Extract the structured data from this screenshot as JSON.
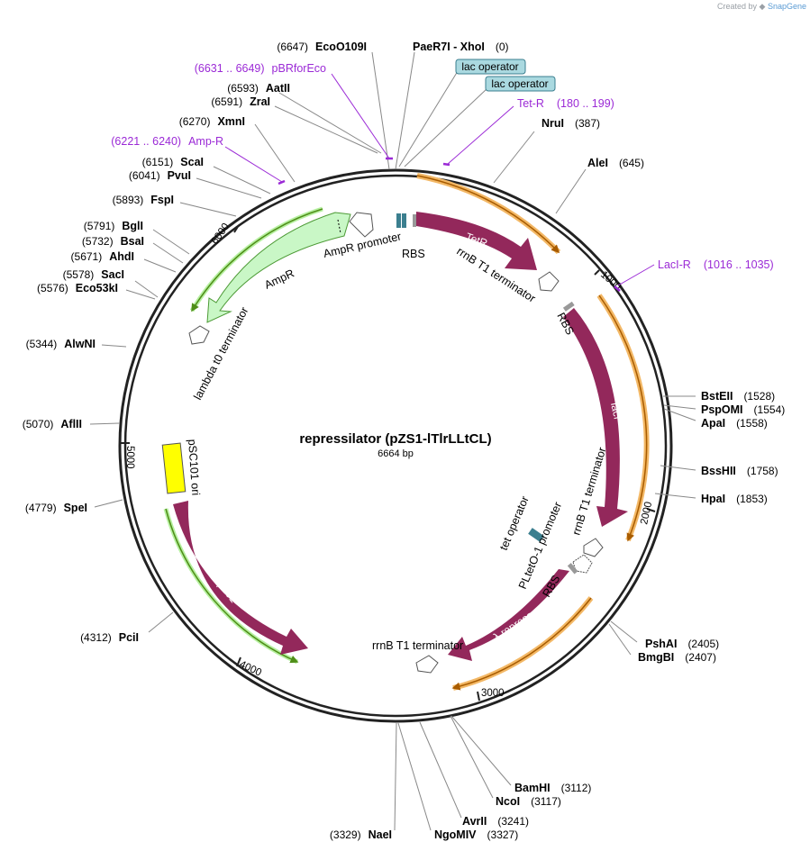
{
  "credit": {
    "prefix": "Created by",
    "brand": "SnapGene"
  },
  "plasmid": {
    "name": "repressilator (pZS1-lTlrLLtCL)",
    "length_label": "6664 bp",
    "length": 6664
  },
  "colors": {
    "arrow": "#93285b",
    "ampr": "#c9f7c6",
    "ampr_stroke": "#4c9a35",
    "ori": "#ffff00",
    "orange_track": "#f3b866",
    "orange_line": "#a85c00",
    "green_track": "#b6f0a0",
    "green_line": "#4f8e18",
    "primer": "#9b2ad6",
    "operator": "#3b7f8f",
    "operator_label_bg": "#aad9e0"
  },
  "ticks": [
    "1000",
    "2000",
    "3000",
    "4000",
    "5000",
    "6000"
  ],
  "sites": [
    {
      "name": "PaeR7I  - XhoI",
      "pos": "(0)"
    },
    {
      "name": "EcoO109I",
      "pos": "(6647)"
    },
    {
      "name": "AatII",
      "pos": "(6593)"
    },
    {
      "name": "ZraI",
      "pos": "(6591)"
    },
    {
      "name": "XmnI",
      "pos": "(6270)"
    },
    {
      "name": "ScaI",
      "pos": "(6151)"
    },
    {
      "name": "PvuI",
      "pos": "(6041)"
    },
    {
      "name": "FspI",
      "pos": "(5893)"
    },
    {
      "name": "BglI",
      "pos": "(5791)"
    },
    {
      "name": "BsaI",
      "pos": "(5732)"
    },
    {
      "name": "AhdI",
      "pos": "(5671)"
    },
    {
      "name": "SacI",
      "pos": "(5578)"
    },
    {
      "name": "Eco53kI",
      "pos": "(5576)"
    },
    {
      "name": "AlwNI",
      "pos": "(5344)"
    },
    {
      "name": "AflII",
      "pos": "(5070)"
    },
    {
      "name": "SpeI",
      "pos": "(4779)"
    },
    {
      "name": "PciI",
      "pos": "(4312)"
    },
    {
      "name": "NruI",
      "pos": "(387)"
    },
    {
      "name": "AleI",
      "pos": "(645)"
    },
    {
      "name": "BstEII",
      "pos": "(1528)"
    },
    {
      "name": "PspOMI",
      "pos": "(1554)"
    },
    {
      "name": "ApaI",
      "pos": "(1558)"
    },
    {
      "name": "BssHII",
      "pos": "(1758)"
    },
    {
      "name": "HpaI",
      "pos": "(1853)"
    },
    {
      "name": "PshAI",
      "pos": "(2405)"
    },
    {
      "name": "BmgBI",
      "pos": "(2407)"
    },
    {
      "name": "BamHI",
      "pos": "(3112)"
    },
    {
      "name": "NcoI",
      "pos": "(3117)"
    },
    {
      "name": "AvrII",
      "pos": "(3241)"
    },
    {
      "name": "NgoMIV",
      "pos": "(3327)"
    },
    {
      "name": "NaeI",
      "pos": "(3329)"
    }
  ],
  "primers": [
    {
      "range": "(6631 .. 6649)",
      "name": "pBRforEco"
    },
    {
      "range": "(6221 .. 6240)",
      "name": "Amp-R"
    },
    {
      "name": "Tet-R",
      "range": "(180 .. 199)"
    },
    {
      "name": "LacI-R",
      "range": "(1016 .. 1035)"
    }
  ],
  "features": {
    "lac_operator_1": "lac operator",
    "lac_operator_2": "lac operator",
    "tetr": "TetR",
    "laci": "lacI",
    "lambda": "λ repressor",
    "rep101": "Rep101",
    "ampr": "AmpR",
    "ampr_promoter": "AmpR promoter",
    "lambda_t0": "lambda t0 terminator",
    "psc101": "pSC101 ori",
    "rbs_1": "RBS",
    "rbs_2": "RBS",
    "rbs_3": "RBS",
    "rrnb_1": "rrnB T1 terminator",
    "rrnb_2": "rrnB T1 terminator",
    "rrnb_3": "rrnB T1 terminator",
    "tet_operator": "tet operator",
    "pltet": "PLtetO-1 promoter"
  }
}
